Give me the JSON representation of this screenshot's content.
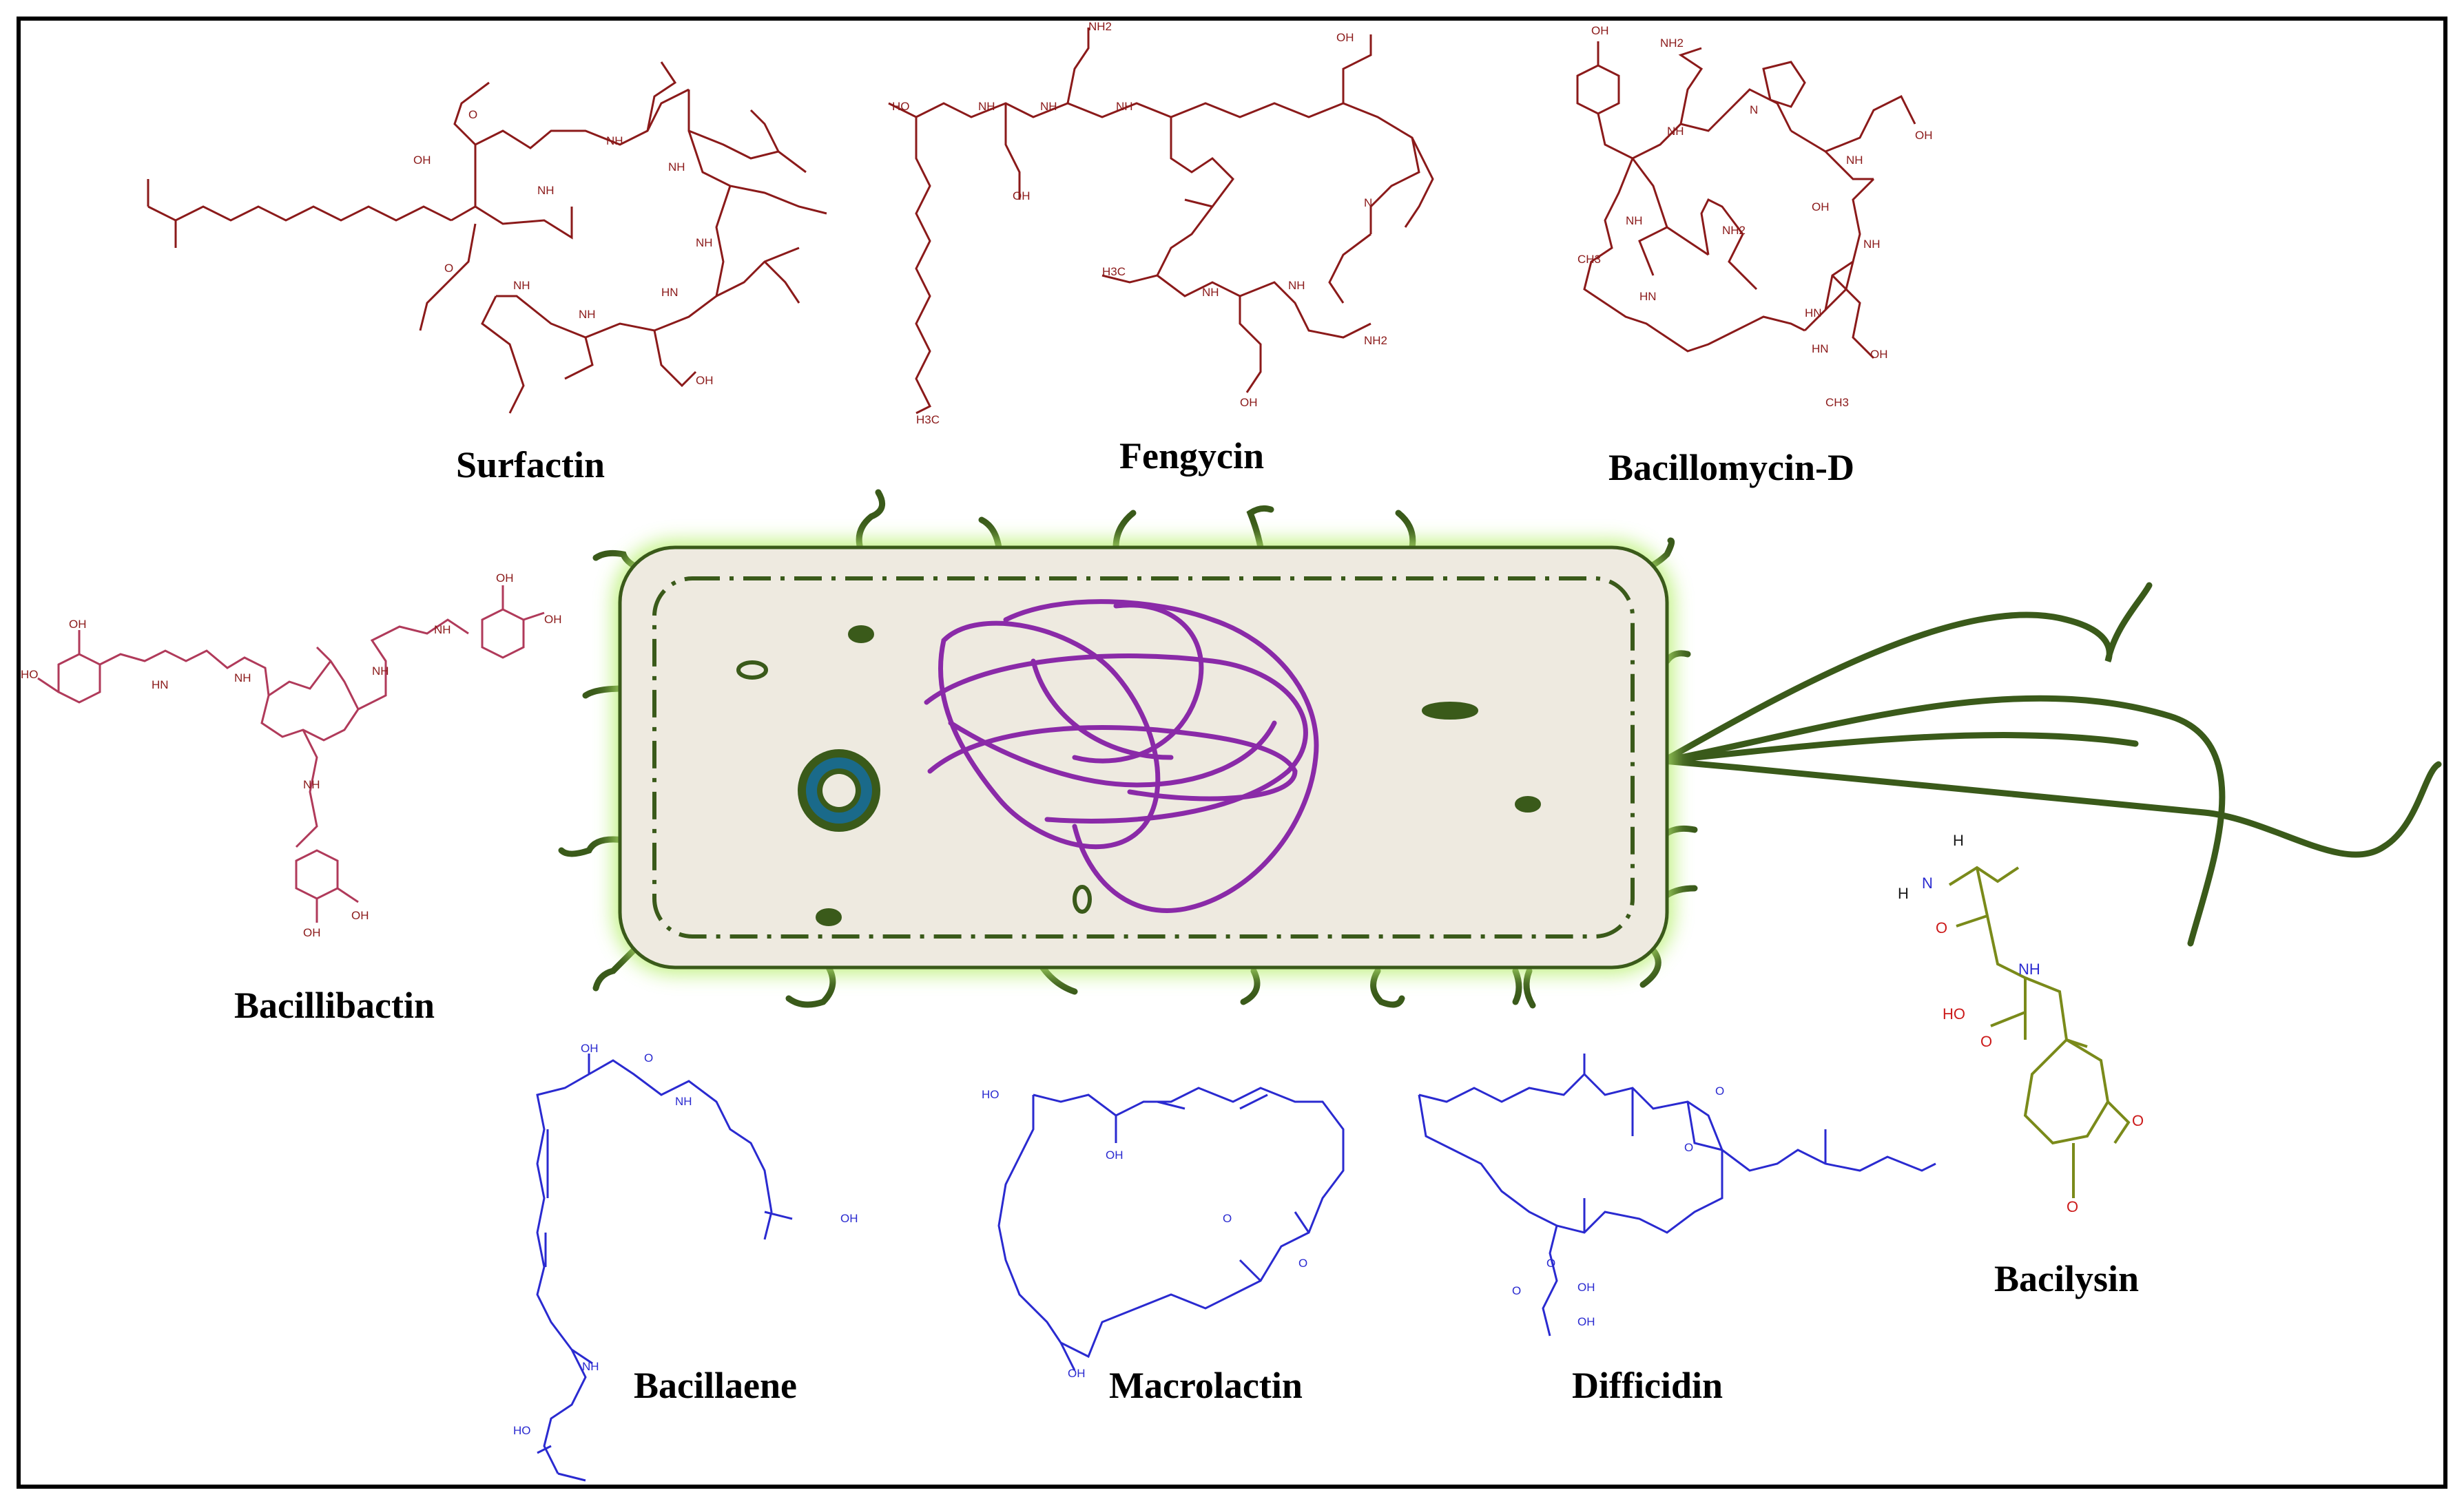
{
  "molecules": {
    "surfactin": "Surfactin",
    "fengycin": "Fengycin",
    "bacillomycin_d": "Bacillomycin-D",
    "bacillibactin": "Bacillibactin",
    "bacillaene": "Bacillaene",
    "macrolactin": "Macrolactin",
    "difficidin": "Difficidin",
    "bacilysin": "Bacilysin"
  },
  "atoms": {
    "oh": "OH",
    "ho": "HO",
    "nh": "NH",
    "hn": "HN",
    "nh2": "NH2",
    "o": "O",
    "n": "N",
    "h": "H",
    "h3c": "H3C",
    "ch3": "CH3"
  },
  "colors": {
    "lipopeptide": "#8b1a1a",
    "polyketide": "#2a2ad0",
    "siderophore": "#b03a5a",
    "dipeptide": "#7a8a1a",
    "cell_fill": "#eeeae0",
    "cell_glow": "#b8f070",
    "cell_outline": "#3a5a1a",
    "nucleoid": "#8a2aa8",
    "plasmid_blue": "#1a6a8a"
  }
}
